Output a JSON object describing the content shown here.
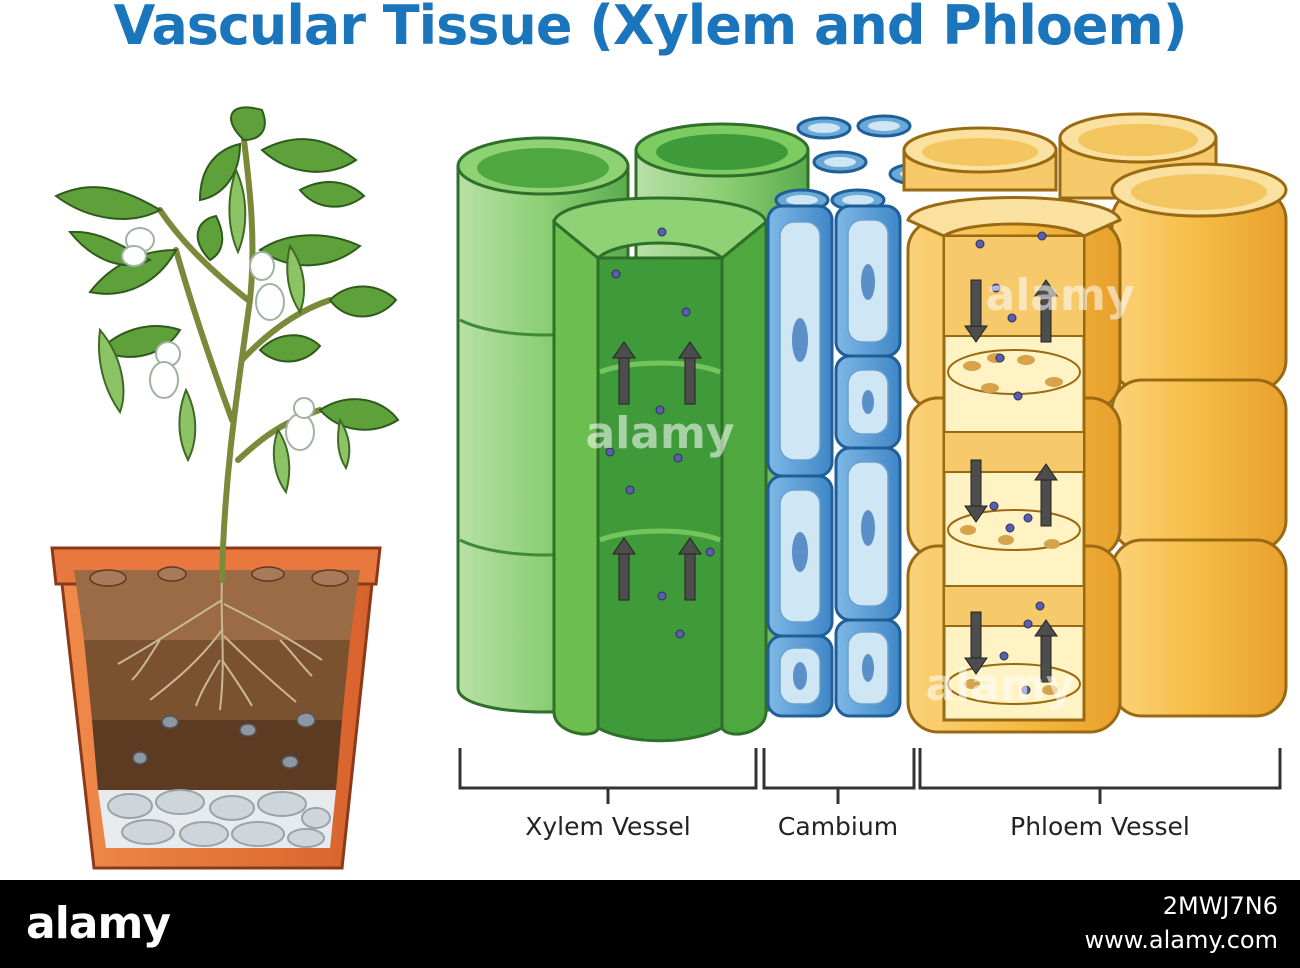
{
  "title": "Vascular Tissue (Xylem and Phloem)",
  "labels": {
    "xylem": "Xylem Vessel",
    "cambium": "Cambium",
    "phloem": "Phloem Vessel"
  },
  "watermark": {
    "logo": "alamy",
    "image_id": "2MWJ7N6",
    "site": "www.alamy.com"
  },
  "colors": {
    "title": "#1b75bc",
    "xylem": "#5cb85c",
    "cambium": "#4a90c8",
    "phloem": "#f2b33d",
    "pot": "#e2733b",
    "arrow": "#4d4d4d"
  },
  "icons": [
    "plant-in-pot",
    "xylem-tube",
    "cambium-cells",
    "phloem-tube",
    "flow-arrow"
  ]
}
